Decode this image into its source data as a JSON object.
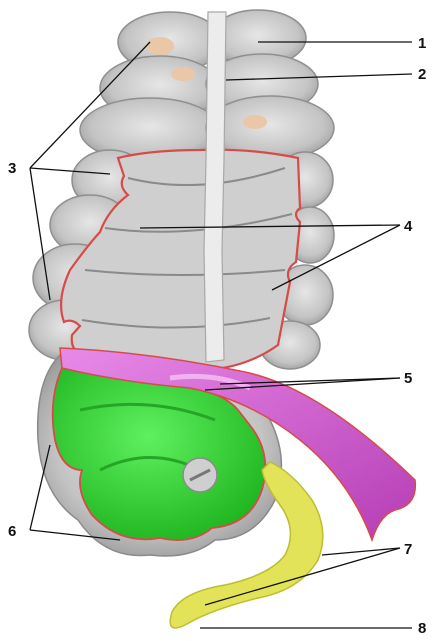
{
  "labels": {
    "l1": "1",
    "l2": "2",
    "l3": "3",
    "l4": "4",
    "l5": "5",
    "l6": "6",
    "l7": "7",
    "l8": "8"
  },
  "colors": {
    "colon_outer": "#b9b9b9",
    "colon_light": "#d9d9d9",
    "colon_inner": "#cfcfcf",
    "cut_edge": "#d84a4a",
    "cecum_green": "#33d633",
    "ileum_magenta": "#d65cd6",
    "appendix_yellow": "#e3e35a",
    "valve": "#cfcfcf",
    "leader_lines": "#111111"
  }
}
